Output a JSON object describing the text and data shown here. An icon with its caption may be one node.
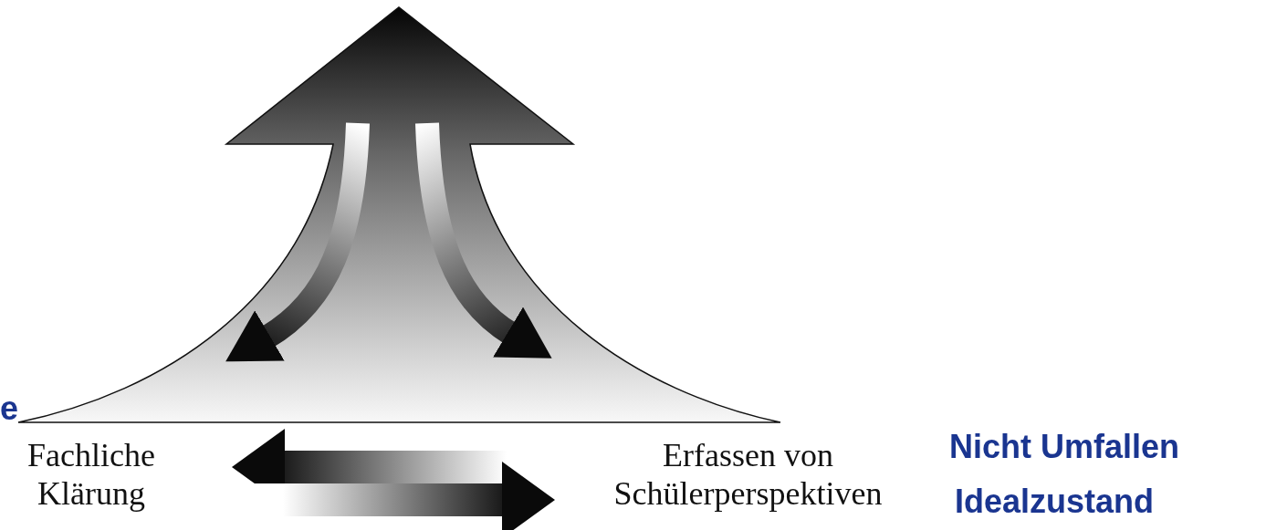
{
  "diagram": {
    "nodes": [
      {
        "text": [
          "Fachliche Klärung"
        ]
      },
      {
        "text": [
          "Erfassen von Schülerperspektiven"
        ]
      }
    ],
    "edges": [
      {
        "from": 1,
        "to": 0,
        "arrow": "to"
      },
      {
        "from": 0,
        "to": 1,
        "arrow": "to"
      }
    ],
    "labels": [
      "e",
      "Nicht Umfallen",
      "Idealzustand"
    ]
  }
}
